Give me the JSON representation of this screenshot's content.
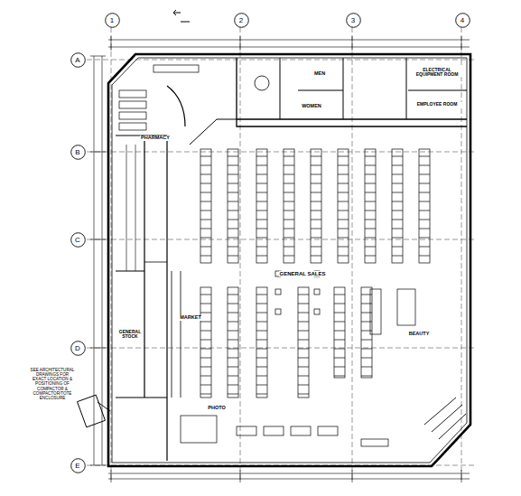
{
  "diagram": {
    "nodes": [
      {
        "text": [
          "1"
        ]
      },
      {
        "text": [
          "2"
        ]
      },
      {
        "text": [
          "3"
        ]
      },
      {
        "text": [
          "4"
        ]
      },
      {
        "text": [
          "A"
        ]
      },
      {
        "text": [
          "B"
        ]
      },
      {
        "text": [
          "C"
        ]
      },
      {
        "text": [
          "D"
        ]
      },
      {
        "text": [
          "E"
        ]
      },
      {
        "text": [
          "PHARMACY"
        ]
      },
      {
        "text": [
          "MEN"
        ]
      },
      {
        "text": [
          "WOMEN"
        ]
      },
      {
        "text": [
          "ELECTRICAL EQUIPMENT ROOM"
        ]
      },
      {
        "text": [
          "EMPLOYEE ROOM"
        ]
      },
      {
        "text": [
          "GENERAL SALES"
        ]
      },
      {
        "text": [
          "MARKET"
        ]
      },
      {
        "text": [
          "BEAUTY"
        ]
      },
      {
        "text": [
          "GENERAL STOCK"
        ]
      },
      {
        "text": [
          "PHOTO"
        ]
      }
    ],
    "labels": [
      "SEE ARCHITECTURAL DRAWINGS FOR EXACT LOCATION & POSITIONING OF COMPACTOR & COMPACTOR/TOTE ENCLOSURE"
    ]
  }
}
